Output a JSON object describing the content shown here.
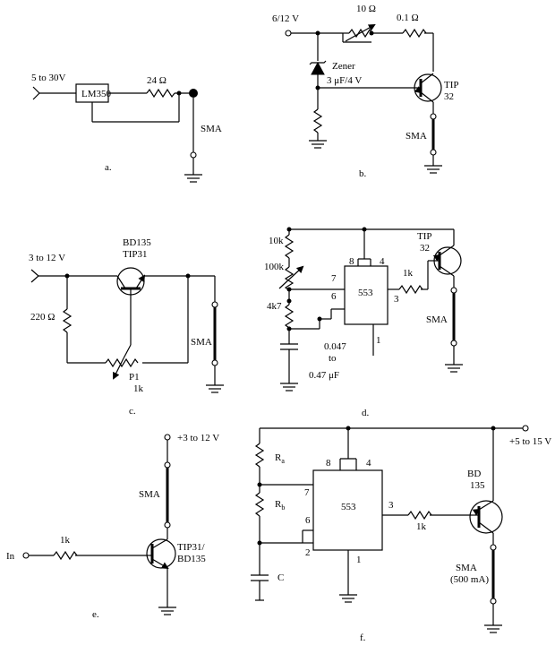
{
  "colors": {
    "ink": "#000000",
    "background": "#ffffff"
  },
  "a": {
    "caption": "a.",
    "input": "5 to 30V",
    "regulator": "LM350",
    "resistor": "24 Ω",
    "load": "SMA"
  },
  "b": {
    "caption": "b.",
    "supply": "6/12 V",
    "pot": "10 Ω",
    "resistor": "0.1 Ω",
    "zener_line1": "Zener",
    "zener_line2": "3 μF/4 V",
    "transistor_line1": "TIP",
    "transistor_line2": "32",
    "load": "SMA"
  },
  "c": {
    "caption": "c.",
    "transistor_line1": "BD135",
    "transistor_line2": "TIP31",
    "input": "3 to 12 V",
    "resistor": "220 Ω",
    "pot_name": "P1",
    "pot_value": "1k",
    "load": "SMA"
  },
  "d": {
    "caption": "d.",
    "r1": "10k",
    "pot": "100k",
    "r2": "4k7",
    "cap_line1": "0.047",
    "cap_line2": "to",
    "cap_line3": "0.47 μF",
    "chip": "553",
    "pin8": "8",
    "pin4": "4",
    "pin7": "7",
    "pin6": "6",
    "pin3": "3",
    "pin1": "1",
    "rb": "1k",
    "transistor_line1": "TIP",
    "transistor_line2": "32",
    "load": "SMA"
  },
  "e": {
    "caption": "e.",
    "supply": "+3 to 12 V",
    "load": "SMA",
    "input": "In",
    "resistor": "1k",
    "transistor_line1": "TIP31/",
    "transistor_line2": "BD135"
  },
  "f": {
    "caption": "f.",
    "supply": "+5 to 15 V",
    "ra_main": "R",
    "ra_sub": "a",
    "rb_main": "R",
    "rb_sub": "b",
    "cap": "C",
    "chip": "553",
    "pin8": "8",
    "pin4": "4",
    "pin7": "7",
    "pin6": "6",
    "pin2": "2",
    "pin3": "3",
    "pin1": "1",
    "resistor": "1k",
    "transistor_line1": "BD",
    "transistor_line2": "135",
    "load_line1": "SMA",
    "load_line2": "(500 mA)"
  }
}
